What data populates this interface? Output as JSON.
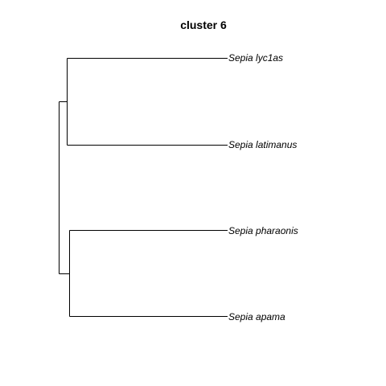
{
  "title": "cluster 6",
  "tips": [
    "Sepia lyc1as",
    "Sepia latimanus",
    "Sepia pharaonis",
    "Sepia apama"
  ],
  "tree": {
    "children": [
      {
        "children": [
          {
            "tip": 0
          },
          {
            "tip": 1
          }
        ]
      },
      {
        "children": [
          {
            "tip": 2
          },
          {
            "tip": 3
          }
        ]
      }
    ]
  },
  "line_color": "#000000"
}
